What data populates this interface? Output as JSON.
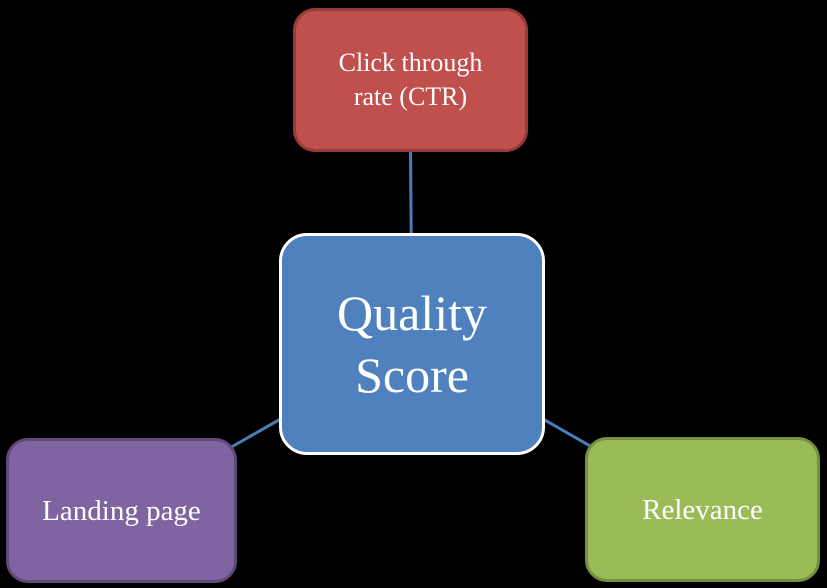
{
  "diagram": {
    "type": "radial",
    "background_color": "#000000",
    "connector_color": "#4A7EBB",
    "text_color": "#FFFFFF",
    "center_node": {
      "label": "Quality Score",
      "fill": "#4E81BD",
      "border_color": "#FFFFFF"
    },
    "nodes": [
      {
        "label": "Click through rate (CTR)",
        "position": "top",
        "fill": "#C0504D",
        "border_color": "#993B38"
      },
      {
        "label": "Landing page",
        "position": "bottom-left",
        "fill": "#8064A2",
        "border_color": "#62497B"
      },
      {
        "label": "Relevance",
        "position": "bottom-right",
        "fill": "#9BBB59",
        "border_color": "#75913D"
      }
    ]
  }
}
